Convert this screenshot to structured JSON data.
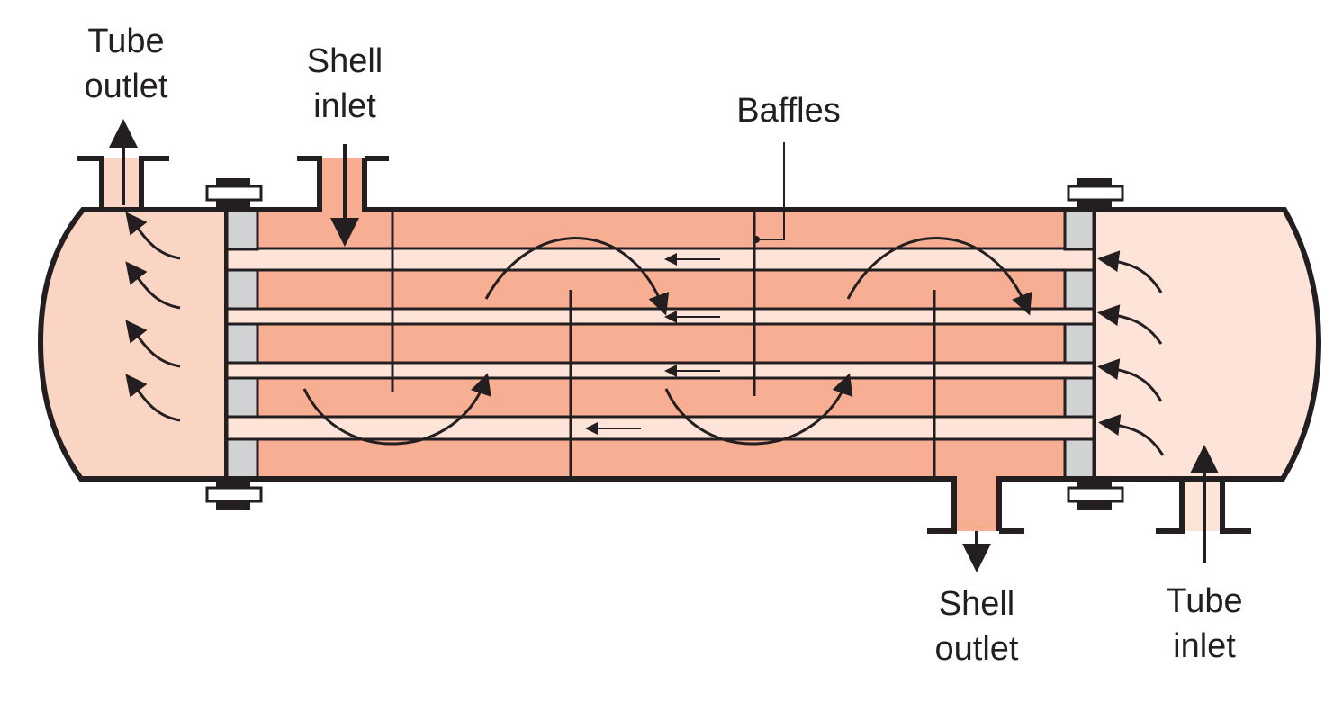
{
  "labels": {
    "tube_outlet": [
      "Tube",
      "outlet"
    ],
    "shell_inlet": [
      "Shell",
      "inlet"
    ],
    "baffles": "Baffles",
    "shell_outlet": [
      "Shell",
      "outlet"
    ],
    "tube_inlet": [
      "Tube",
      "inlet"
    ]
  },
  "colors": {
    "outline": "#231f20",
    "shell_fluid": "#f7ae92",
    "tube_fluid_light": "#fde3d8",
    "head_fluid": "#fbd5c4",
    "tube_sheet": "#d1d2d4"
  }
}
